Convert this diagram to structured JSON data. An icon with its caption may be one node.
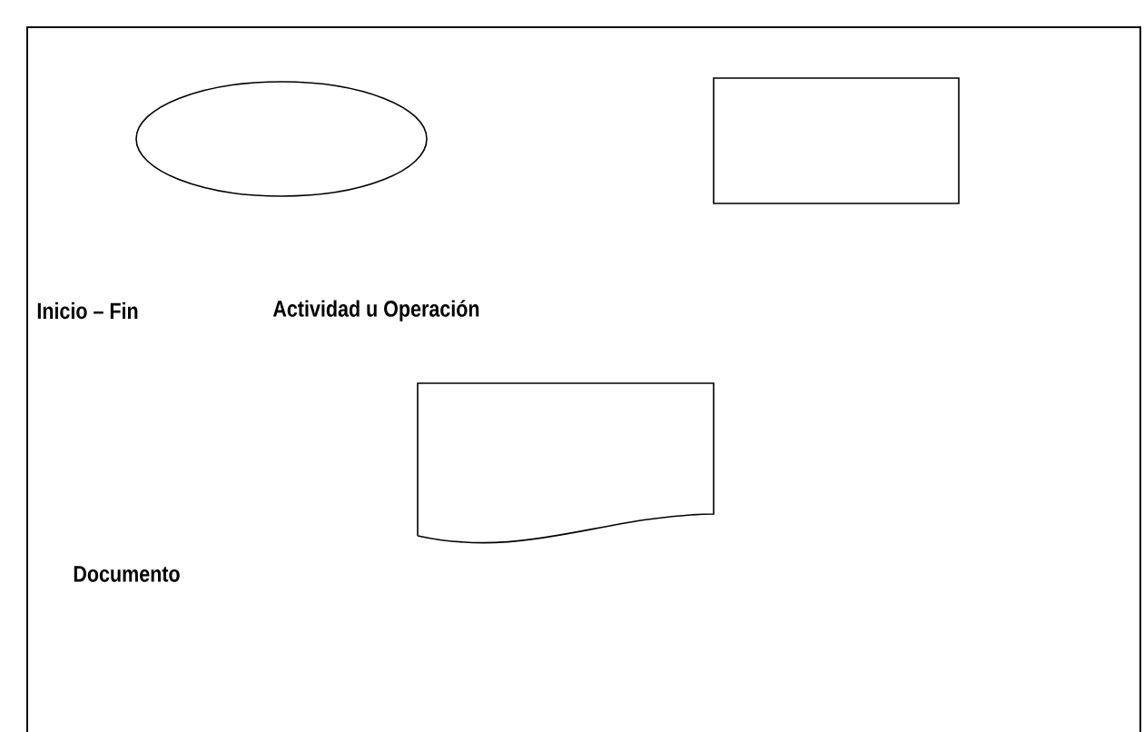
{
  "diagram": {
    "nodes": [
      {
        "text": [],
        "shape": "ellipse"
      },
      {
        "text": [],
        "shape": "box"
      },
      {
        "text": [],
        "shape": "document"
      }
    ],
    "labels": [
      "Inicio – Fin",
      "Actividad u Operación",
      "Documento"
    ]
  }
}
